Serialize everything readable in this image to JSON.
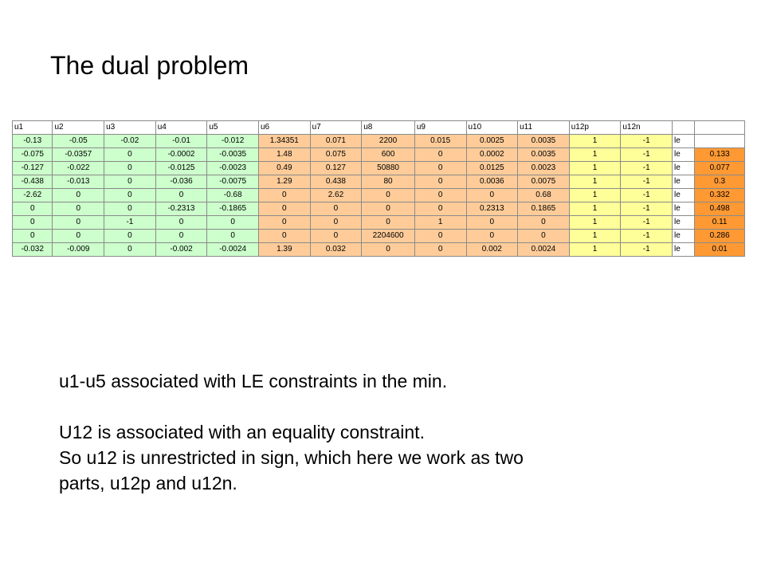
{
  "title": "The dual problem",
  "table": {
    "headers": [
      "u1",
      "u2",
      "u3",
      "u4",
      "u5",
      "u6",
      "u7",
      "u8",
      "u9",
      "u10",
      "u11",
      "u12p",
      "u12n",
      "",
      ""
    ],
    "rows": [
      {
        "cells": [
          "-0.13",
          "-0.05",
          "-0.02",
          "-0.01",
          "-0.012",
          "1.34351",
          "0.071",
          "2200",
          "0.015",
          "0.0025",
          "0.0035",
          "1",
          "-1"
        ],
        "rel": "le",
        "rhs": ""
      },
      {
        "cells": [
          "-0.075",
          "-0.0357",
          "0",
          "-0.0002",
          "-0.0035",
          "1.48",
          "0.075",
          "600",
          "0",
          "0.0002",
          "0.0035",
          "1",
          "-1"
        ],
        "rel": "le",
        "rhs": "0.133"
      },
      {
        "cells": [
          "-0.127",
          "-0.022",
          "0",
          "-0.0125",
          "-0.0023",
          "0.49",
          "0.127",
          "50880",
          "0",
          "0.0125",
          "0.0023",
          "1",
          "-1"
        ],
        "rel": "le",
        "rhs": "0.077"
      },
      {
        "cells": [
          "-0.438",
          "-0.013",
          "0",
          "-0.036",
          "-0.0075",
          "1.29",
          "0.438",
          "80",
          "0",
          "0.0036",
          "0.0075",
          "1",
          "-1"
        ],
        "rel": "le",
        "rhs": "0.3"
      },
      {
        "cells": [
          "-2.62",
          "0",
          "0",
          "0",
          "-0.68",
          "0",
          "2.62",
          "0",
          "0",
          "0",
          "0.68",
          "1",
          "-1"
        ],
        "rel": "le",
        "rhs": "0.332"
      },
      {
        "cells": [
          "0",
          "0",
          "0",
          "-0.2313",
          "-0.1865",
          "0",
          "0",
          "0",
          "0",
          "0.2313",
          "0.1865",
          "1",
          "-1"
        ],
        "rel": "le",
        "rhs": "0.498"
      },
      {
        "cells": [
          "0",
          "0",
          "-1",
          "0",
          "0",
          "0",
          "0",
          "0",
          "1",
          "0",
          "0",
          "1",
          "-1"
        ],
        "rel": "le",
        "rhs": "0.11"
      },
      {
        "cells": [
          "0",
          "0",
          "0",
          "0",
          "0",
          "0",
          "0",
          "2204600",
          "0",
          "0",
          "0",
          "1",
          "-1"
        ],
        "rel": "le",
        "rhs": "0.286"
      },
      {
        "cells": [
          "-0.032",
          "-0.009",
          "0",
          "-0.002",
          "-0.0024",
          "1.39",
          "0.032",
          "0",
          "0",
          "0.002",
          "0.0024",
          "1",
          "-1"
        ],
        "rel": "le",
        "rhs": "0.01"
      }
    ]
  },
  "body_lines": [
    "u1-u5 associated with LE constraints in the min.",
    "",
    "U12 is associated with an equality constraint.",
    "So u12 is unrestricted in sign, which here we work as two",
    "parts, u12p and u12n."
  ],
  "colors": {
    "green": "#ccffcc",
    "light_orange": "#ffcc99",
    "yellow": "#ffff99",
    "orange": "#ff9933"
  }
}
